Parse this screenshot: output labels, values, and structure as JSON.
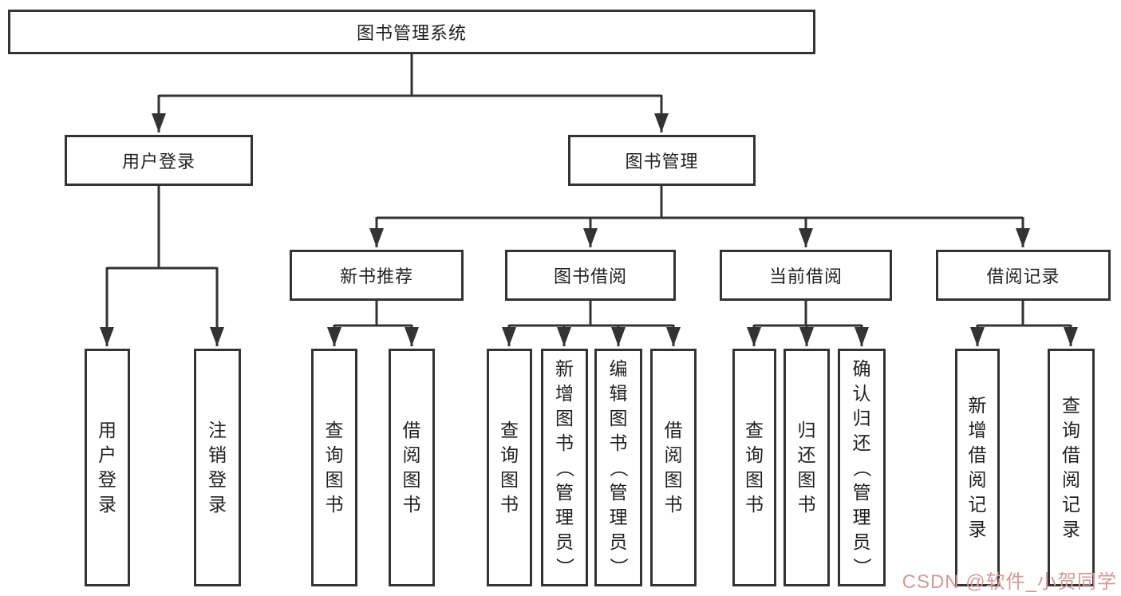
{
  "nodes": {
    "root": {
      "label": "图书管理系统"
    },
    "level2": [
      {
        "label": "用户登录"
      },
      {
        "label": "图书管理"
      }
    ],
    "level3": [
      {
        "label": "新书推荐"
      },
      {
        "label": "图书借阅"
      },
      {
        "label": "当前借阅"
      },
      {
        "label": "借阅记录"
      }
    ],
    "leaves": {
      "login": [
        {
          "label": "用户登录"
        },
        {
          "label": "注销登录"
        }
      ],
      "recommend": [
        {
          "label": "查询图书"
        },
        {
          "label": "借阅图书"
        }
      ],
      "borrowing": [
        {
          "label": "查询图书"
        },
        {
          "label": "新增图书（管理员）"
        },
        {
          "label": "编辑图书（管理员）"
        },
        {
          "label": "借阅图书"
        }
      ],
      "current": [
        {
          "label": "查询图书"
        },
        {
          "label": "归还图书"
        },
        {
          "label": "确认归还（管理员）"
        }
      ],
      "records": [
        {
          "label": "新增借阅记录"
        },
        {
          "label": "查询借阅记录"
        }
      ]
    }
  },
  "watermark": {
    "text": "CSDN @软件_小贺同学"
  },
  "colors": {
    "line": "#333333",
    "text": "#1f1f1f",
    "watermark": "#d49a9a",
    "background": "#ffffff"
  }
}
